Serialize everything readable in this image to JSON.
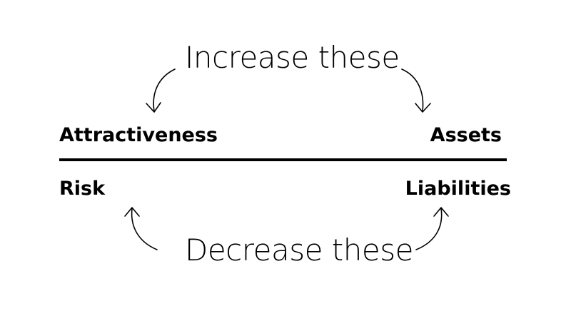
{
  "diagram": {
    "increase_label": "Increase these",
    "decrease_label": "Decrease these",
    "numerator": {
      "left": "Attractiveness",
      "right": "Assets"
    },
    "denominator": {
      "left": "Risk",
      "right": "Liabilities"
    }
  },
  "colors": {
    "text": "#000000",
    "background": "#ffffff"
  },
  "icons": {
    "arrows": [
      "curved-arrow-down-left-icon",
      "curved-arrow-down-right-icon",
      "curved-arrow-up-left-icon",
      "curved-arrow-up-right-icon"
    ]
  }
}
